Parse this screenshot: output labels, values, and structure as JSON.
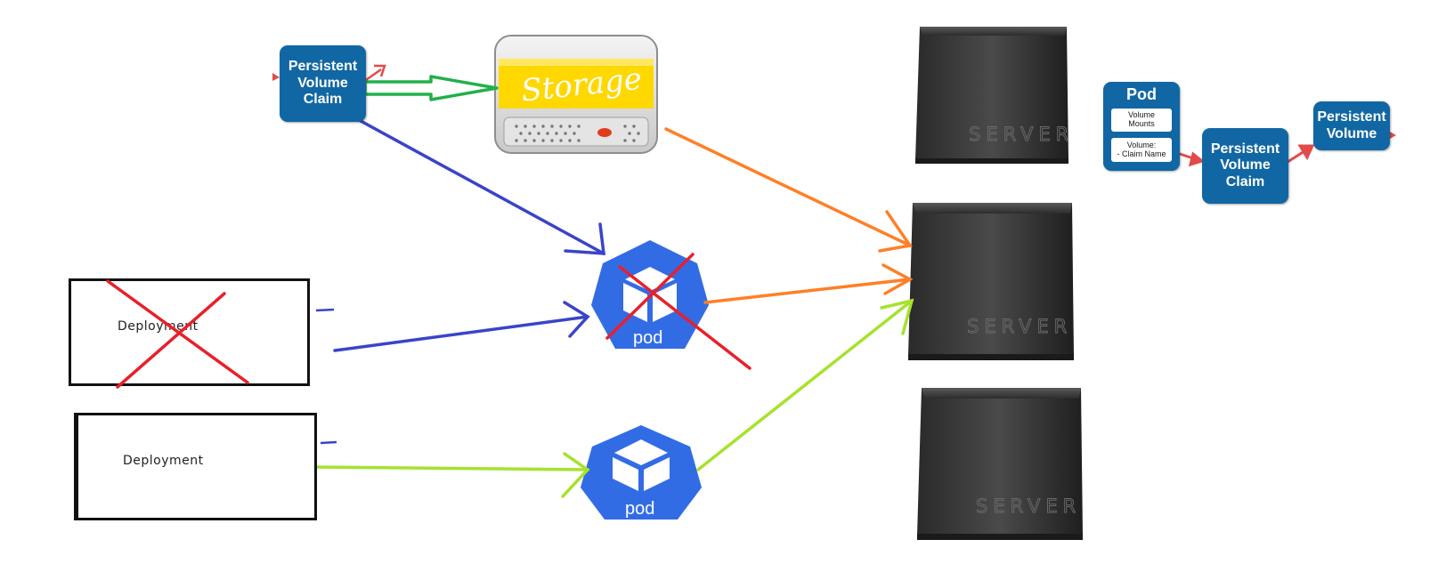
{
  "left_pvc": {
    "line1": "Persistent",
    "line2": "Volume",
    "line3": "Claim"
  },
  "storage": {
    "label": "Storage"
  },
  "deployments": [
    {
      "label": "Deployment",
      "crossed": true
    },
    {
      "label": "Deployment",
      "crossed": false
    }
  ],
  "pods": [
    {
      "label": "pod",
      "crossed": true
    },
    {
      "label": "pod",
      "crossed": false
    }
  ],
  "servers": [
    {
      "label": "SERVER"
    },
    {
      "label": "SERVER"
    },
    {
      "label": "SERVER"
    }
  ],
  "legend": {
    "pod_title": "Pod",
    "volume_mounts_line1": "Volume",
    "volume_mounts_line2": "Mounts",
    "volume_claim_line1": "Volume:",
    "volume_claim_line2": "- Claim Name",
    "pvc_line1": "Persistent",
    "pvc_line2": "Volume",
    "pvc_line3": "Claim",
    "pv_line1": "Persistent",
    "pv_line2": "Volume"
  },
  "colors": {
    "box_blue": "#1167a3",
    "pod_blue": "#326ce5",
    "arrow_blue": "#3a44c8",
    "arrow_green": "#22b04a",
    "arrow_orange": "#ff7f27",
    "arrow_lime": "#a6e22e",
    "cross_red": "#e8202a",
    "legend_arrow_red": "#e34a4a",
    "storage_yellow": "#ffd800"
  }
}
